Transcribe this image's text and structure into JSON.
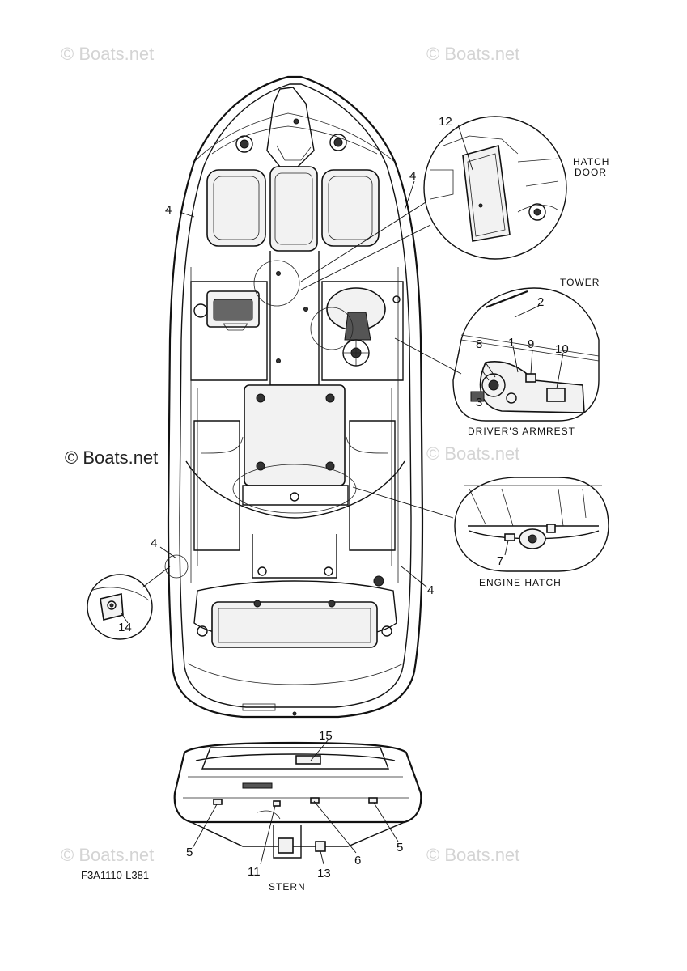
{
  "watermarks": {
    "top_left": "© Boats.net",
    "top_right": "© Boats.net",
    "middle_left": "© Boats.net",
    "middle_right": "© Boats.net",
    "bottom_left": "© Boats.net",
    "bottom_right": "© Boats.net"
  },
  "captions": {
    "hatch_door_line1": "HATCH",
    "hatch_door_line2": "DOOR",
    "tower": "TOWER",
    "drivers_armrest": "DRIVER'S ARMREST",
    "engine_hatch": "ENGINE HATCH",
    "stern": "STERN"
  },
  "part_code": "F3A1110-L381",
  "callouts": {
    "c1": "1",
    "c2": "2",
    "c3": "3",
    "c4a": "4",
    "c4b": "4",
    "c4c": "4",
    "c4d": "4",
    "c5a": "5",
    "c5b": "5",
    "c6": "6",
    "c7": "7",
    "c8": "8",
    "c9": "9",
    "c10": "10",
    "c11": "11",
    "c12": "12",
    "c13": "13",
    "c14": "14",
    "c15": "15"
  }
}
